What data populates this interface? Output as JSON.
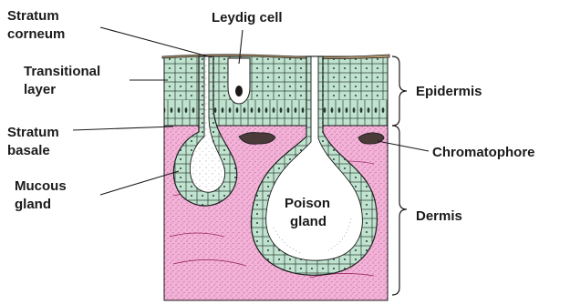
{
  "diagram": {
    "labels": {
      "stratum_corneum": [
        "Stratum",
        "corneum"
      ],
      "leydig_cell": "Leydig cell",
      "transitional_layer": [
        "Transitional",
        "layer"
      ],
      "stratum_basale": [
        "Stratum",
        "basale"
      ],
      "mucous_gland": [
        "Mucous",
        "gland"
      ],
      "poison_gland": [
        "Poison",
        "gland"
      ],
      "epidermis": "Epidermis",
      "chromatophore": "Chromatophore",
      "dermis": "Dermis"
    },
    "colors": {
      "epidermis_green": "#bfe3cf",
      "dermis_pink": "#f2b3d8",
      "outline": "#1a1a1a",
      "gland_lumen": "#ffffff",
      "stratum_corneum": "#b89a70",
      "chromatophore": "#4a3a3a"
    }
  }
}
